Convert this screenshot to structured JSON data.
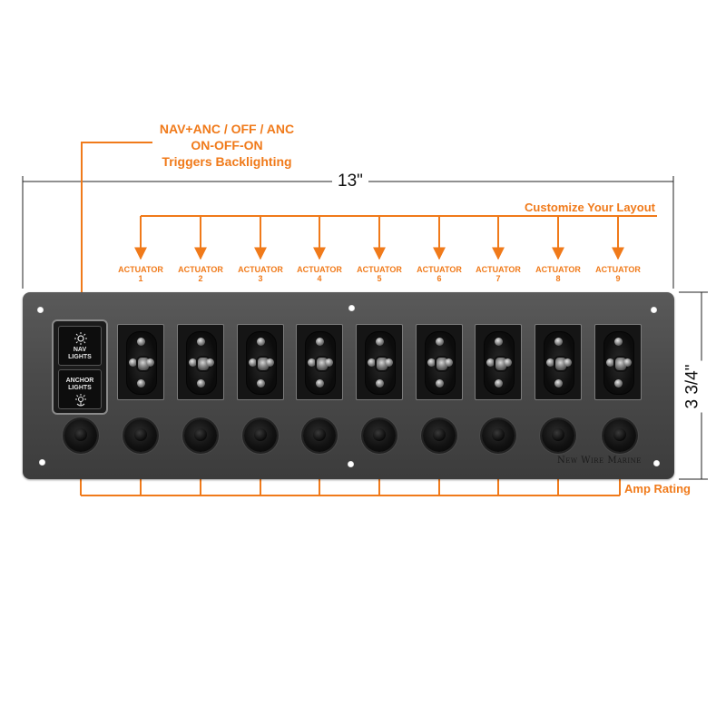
{
  "callout": {
    "line1": "NAV+ANC / OFF / ANC",
    "line2": "ON-OFF-ON",
    "line3": "Triggers Backlighting"
  },
  "dimensions": {
    "width": "13\"",
    "height": "3 3/4\""
  },
  "labels": {
    "customize": "Customize Your Layout",
    "amp_rating": "Amp Rating"
  },
  "actuators": [
    {
      "name": "ACTUATOR",
      "number": "1"
    },
    {
      "name": "ACTUATOR",
      "number": "2"
    },
    {
      "name": "ACTUATOR",
      "number": "3"
    },
    {
      "name": "ACTUATOR",
      "number": "4"
    },
    {
      "name": "ACTUATOR",
      "number": "5"
    },
    {
      "name": "ACTUATOR",
      "number": "6"
    },
    {
      "name": "ACTUATOR",
      "number": "7"
    },
    {
      "name": "ACTUATOR",
      "number": "8"
    },
    {
      "name": "ACTUATOR",
      "number": "9"
    }
  ],
  "lighted_switch": {
    "top_label_1": "NAV",
    "top_label_2": "LIGHTS",
    "bottom_label_1": "ANCHOR",
    "bottom_label_2": "LIGHTS",
    "top_icon": "sun-icon",
    "bottom_icon": "anchor-light-icon"
  },
  "brand": "New Wire Marine",
  "colors": {
    "accent": "#f07a1a",
    "panel": "#4a4a4a",
    "dimension_line": "#222222"
  }
}
